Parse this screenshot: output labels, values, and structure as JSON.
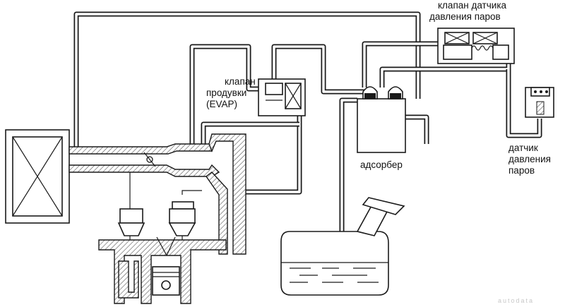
{
  "labels": {
    "vapor_valve_line1": "клапан датчика",
    "vapor_valve_line2": "давления паров",
    "purge_valve_line1": "клапан",
    "purge_valve_line2": "продувки",
    "purge_valve_line3": "(EVAP)",
    "adsorber": "адсорбер",
    "sensor_line1": "датчик",
    "sensor_line2": "давления",
    "sensor_line3": "паров"
  },
  "watermark": "autodata"
}
